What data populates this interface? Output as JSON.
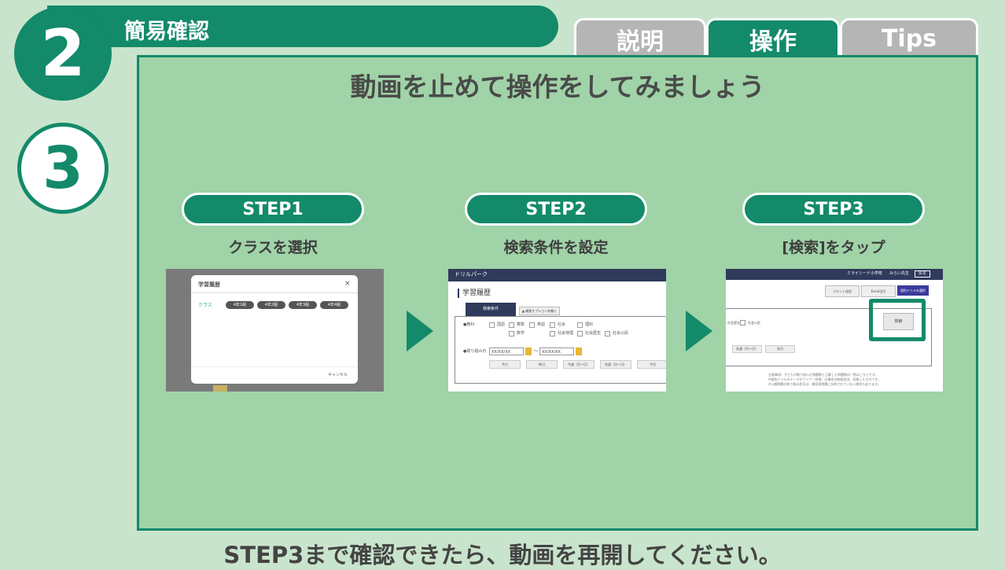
{
  "header": {
    "section_number": "2",
    "section_title": "簡易確認",
    "sub_number": "3",
    "tabs": [
      {
        "label": "説明",
        "active": false
      },
      {
        "label": "操作",
        "active": true
      },
      {
        "label": "Tips",
        "active": false
      }
    ]
  },
  "main": {
    "headline": "動画を止めて操作をしてみましょう",
    "steps": [
      {
        "label": "STEP1",
        "desc": "クラスを選択"
      },
      {
        "label": "STEP2",
        "desc": "検索条件を設定"
      },
      {
        "label": "STEP3",
        "desc": "[検索]をタップ"
      }
    ],
    "footer_note": "STEP3まで確認できたら、動画を再開してください。"
  },
  "shot1": {
    "dialog_title": "学習履歴",
    "close_glyph": "×",
    "row_label": "クラス",
    "buttons": [
      "4年1組",
      "4年2組",
      "4年3組",
      "4年4組"
    ],
    "cancel": "キャンセル"
  },
  "shot2": {
    "app_name": "ドリルパーク",
    "page_title": "学習履歴",
    "tab_label": "検索条件",
    "option_label": "▲ 検索オプションを開く",
    "subject_label": "●教科",
    "subjects": [
      "国語",
      "算数",
      "英語",
      "社会",
      "理科",
      "数学",
      "社会地理",
      "社会歴史",
      "社会公民"
    ],
    "date_label": "●取り組み日",
    "date_from": "XX/XX/XX",
    "date_to": "XX/XX/XX",
    "tilde": "〜",
    "quick_buttons": [
      "今日",
      "昨日",
      "今週（月〜日）",
      "先週（月〜日）",
      "今月"
    ]
  },
  "shot3": {
    "school": "ミライシード小学校",
    "teacher": "みらい先生",
    "back": "戻る",
    "btn_comment": "コメント送信",
    "btn_excel": "Excel出力",
    "btn_drill": "個別ドリルを選択",
    "search": "検索",
    "history_label": "社会歴史",
    "civics_label": "社会公民",
    "week_btn": "先週（月〜日）",
    "month_btn": "先月",
    "note_lines": [
      "注意事項：子どもが取り組んだ問題数と正解した問題数の一覧はこちらです。",
      "※個別ドリルのテーマがクリア（合格）の場合の取組状況、合格した日付です。",
      "※公開問題の取り組み状況は、確認用問題に反映されていない場合もあります。"
    ]
  },
  "colors": {
    "primary": "#138a6a",
    "panel": "#a0d3a7",
    "background": "#c9e4cc",
    "tab_inactive": "#b5b5b5",
    "search_highlight": "#138a6a",
    "app_header": "#2f3a5c"
  }
}
